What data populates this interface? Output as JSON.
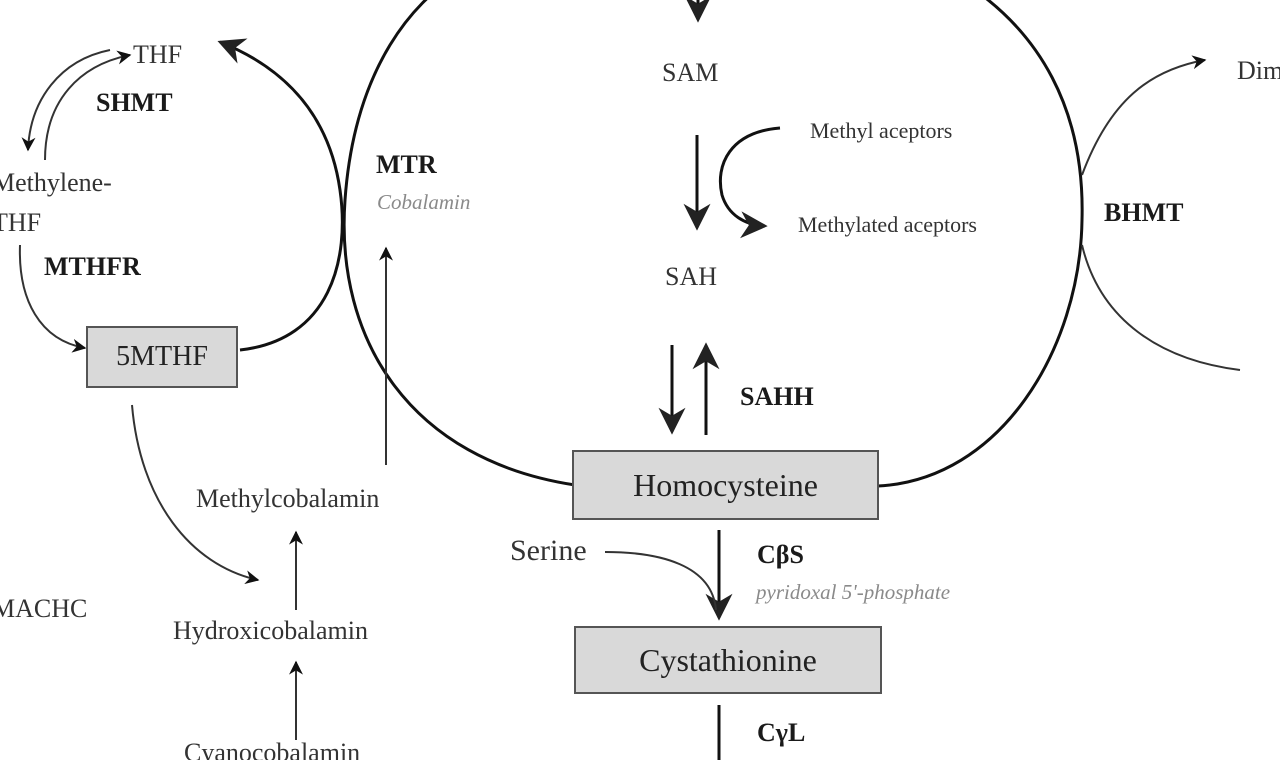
{
  "nodes": {
    "thf": "THF",
    "methylene_thf_line1": "Methylene-",
    "methylene_thf_line2": "THF",
    "mthf5": "5MTHF",
    "sam": "SAM",
    "sah": "SAH",
    "methyl_aceptors": "Methyl aceptors",
    "methylated_aceptors": "Methylated aceptors",
    "homocysteine": "Homocysteine",
    "serine": "Serine",
    "cystathionine": "Cystathionine",
    "methylcobalamin": "Methylcobalamin",
    "hydroxicobalamin": "Hydroxicobalamin",
    "cyanocobalamin": "Cyanocobalamin",
    "dim_partial": "Dim"
  },
  "enzymes": {
    "shmt": "SHMT",
    "mthfr": "MTHFR",
    "mtr": "MTR",
    "bhmt": "BHMT",
    "sahh": "SAHH",
    "cbs": "CβS",
    "cgl": "CγL",
    "machc_partial": "MACHC"
  },
  "cofactors": {
    "cobalamin": "Cobalamin",
    "pyridoxal": "pyridoxal 5'-phosphate"
  },
  "colors": {
    "line": "#111111",
    "box_fill": "#d9d9d9",
    "box_border": "#555555",
    "cofactor_text": "#8a8a8a"
  }
}
